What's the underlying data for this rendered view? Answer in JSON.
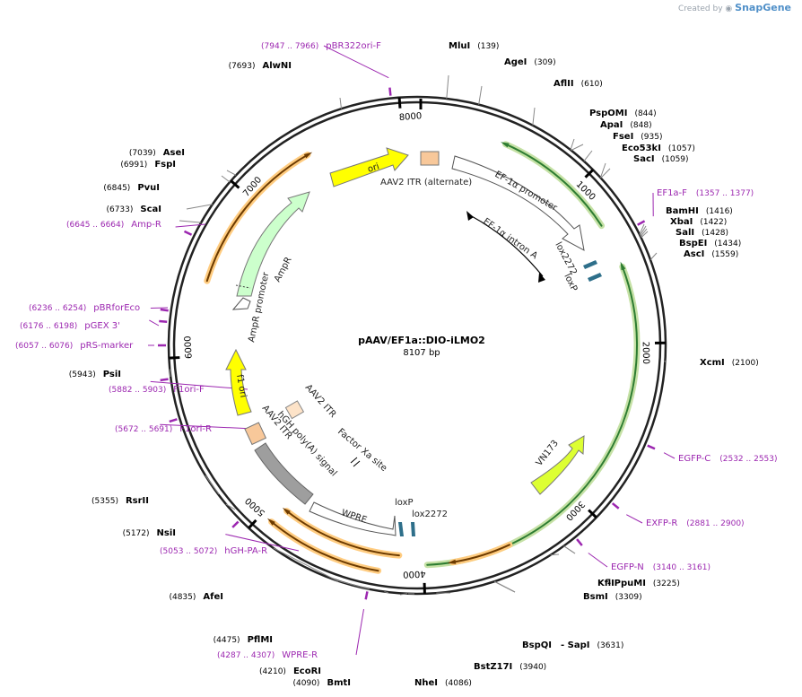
{
  "brand": {
    "prefix": "Created by",
    "name": "SnapGene"
  },
  "plasmid": {
    "name": "pAAV/EF1a::DIO-iLMO2",
    "size_label": "8107 bp",
    "length": 8107
  },
  "ticks": [
    {
      "bp": 1000,
      "label": "1000"
    },
    {
      "bp": 2000,
      "label": "2000"
    },
    {
      "bp": 3000,
      "label": "3000"
    },
    {
      "bp": 4000,
      "label": "4000"
    },
    {
      "bp": 5000,
      "label": "5000"
    },
    {
      "bp": 6000,
      "label": "6000"
    },
    {
      "bp": 7000,
      "label": "7000"
    },
    {
      "bp": 8000,
      "label": "8000"
    }
  ],
  "enzymes": [
    {
      "name": "MluI",
      "pos": "(139)",
      "bp": 139
    },
    {
      "name": "AgeI",
      "pos": "(309)",
      "bp": 309
    },
    {
      "name": "AflII",
      "pos": "(610)",
      "bp": 610
    },
    {
      "name": "PspOMI",
      "pos": "(844)",
      "bp": 844
    },
    {
      "name": "ApaI",
      "pos": "(848)",
      "bp": 848
    },
    {
      "name": "FseI",
      "pos": "(935)",
      "bp": 935
    },
    {
      "name": "Eco53kI",
      "pos": "(1057)",
      "bp": 1057
    },
    {
      "name": "SacI",
      "pos": "(1059)",
      "bp": 1059
    },
    {
      "name": "BamHI",
      "pos": "(1416)",
      "bp": 1416
    },
    {
      "name": "XbaI",
      "pos": "(1422)",
      "bp": 1422
    },
    {
      "name": "SalI",
      "pos": "(1428)",
      "bp": 1428
    },
    {
      "name": "BspEI",
      "pos": "(1434)",
      "bp": 1434
    },
    {
      "name": "AscI",
      "pos": "(1559)",
      "bp": 1559
    },
    {
      "name": "XcmI",
      "pos": "(2100)",
      "bp": 2100
    },
    {
      "name": "KflI",
      "pos": "",
      "bp": 3225
    },
    {
      "name": "- PpuMI",
      "pos": "(3225)",
      "bp": 3225
    },
    {
      "name": "BsmI",
      "pos": "(3309)",
      "bp": 3309
    },
    {
      "name": "BspQI",
      "pos": "",
      "bp": 3631
    },
    {
      "name": "- SapI",
      "pos": "(3631)",
      "bp": 3631
    },
    {
      "name": "BstZ17I",
      "pos": "(3940)",
      "bp": 3940
    },
    {
      "name": "NheI",
      "pos": "(4086)",
      "bp": 4086
    },
    {
      "name": "BmtI",
      "pos": "(4090)",
      "bp": 4090
    },
    {
      "name": "EcoRI",
      "pos": "(4210)",
      "bp": 4210
    },
    {
      "name": "PflMI",
      "pos": "(4475)",
      "bp": 4475
    },
    {
      "name": "AfeI",
      "pos": "(4835)",
      "bp": 4835
    },
    {
      "name": "NsiI",
      "pos": "(5172)",
      "bp": 5172
    },
    {
      "name": "RsrII",
      "pos": "(5355)",
      "bp": 5355
    },
    {
      "name": "PsiI",
      "pos": "(5943)",
      "bp": 5943
    },
    {
      "name": "ScaI",
      "pos": "(6733)",
      "bp": 6733
    },
    {
      "name": "PvuI",
      "pos": "(6845)",
      "bp": 6845
    },
    {
      "name": "FspI",
      "pos": "(6991)",
      "bp": 6991
    },
    {
      "name": "AseI",
      "pos": "(7039)",
      "bp": 7039
    },
    {
      "name": "AlwNI",
      "pos": "(7693)",
      "bp": 7693
    }
  ],
  "primers": [
    {
      "name": "EF1a-F",
      "range": "(1357 .. 1377)",
      "bp": 1367
    },
    {
      "name": "EGFP-C",
      "range": "(2532 .. 2553)",
      "bp": 2542
    },
    {
      "name": "EXFP-R",
      "range": "(2881 .. 2900)",
      "bp": 2890
    },
    {
      "name": "EGFP-N",
      "range": "(3140 .. 3161)",
      "bp": 3150
    },
    {
      "name": "WPRE-R",
      "range": "(4287 .. 4307)",
      "bp": 4297
    },
    {
      "name": "hGH-PA-R",
      "range": "(5053 .. 5072)",
      "bp": 5062
    },
    {
      "name": "F1ori-R",
      "range": "(5672 .. 5691)",
      "bp": 5681
    },
    {
      "name": "F1ori-F",
      "range": "(5882 .. 5903)",
      "bp": 5892
    },
    {
      "name": "pRS-marker",
      "range": "(6057 .. 6076)",
      "bp": 6066
    },
    {
      "name": "pGEX 3'",
      "range": "(6176 .. 6198)",
      "bp": 6187
    },
    {
      "name": "pBRforEco",
      "range": "(6236 .. 6254)",
      "bp": 6245
    },
    {
      "name": "Amp-R",
      "range": "(6645 .. 6664)",
      "bp": 6654
    },
    {
      "name": "pBR322ori-F",
      "range": "(7947 .. 7966)",
      "bp": 7956
    }
  ],
  "features": [
    {
      "label": "AAV2 ITR (alternate)"
    },
    {
      "label": "EF-1α promoter"
    },
    {
      "label": "EF-1α intron A"
    },
    {
      "label": "lox2272"
    },
    {
      "label": "loxP"
    },
    {
      "label": "VN173"
    },
    {
      "label": "lox2272"
    },
    {
      "label": "loxP"
    },
    {
      "label": "WPRE"
    },
    {
      "label": "hGH poly(A) signal"
    },
    {
      "label": "Factor Xa site"
    },
    {
      "label": "AAV2 ITR"
    },
    {
      "label": "AAV2 ITR"
    },
    {
      "label": "f1 ori"
    },
    {
      "label": "AmpR promoter"
    },
    {
      "label": "AmpR"
    },
    {
      "label": "ori"
    }
  ],
  "colors": {
    "ring": "#222222",
    "primer": "#9c27b0",
    "ori": "#ffff00",
    "itr": "#f8c89a",
    "promoter": "#ffffff",
    "green_arc": "#2e7d32",
    "green_glow": "#c5e1a5",
    "orange_arc": "#6d3b00",
    "orange_glow": "#ffcc80",
    "ampr": "#ccffcc",
    "vn173": "#ddff33",
    "lox": "#2e6f8a",
    "hgh": "#9e9e9e"
  }
}
